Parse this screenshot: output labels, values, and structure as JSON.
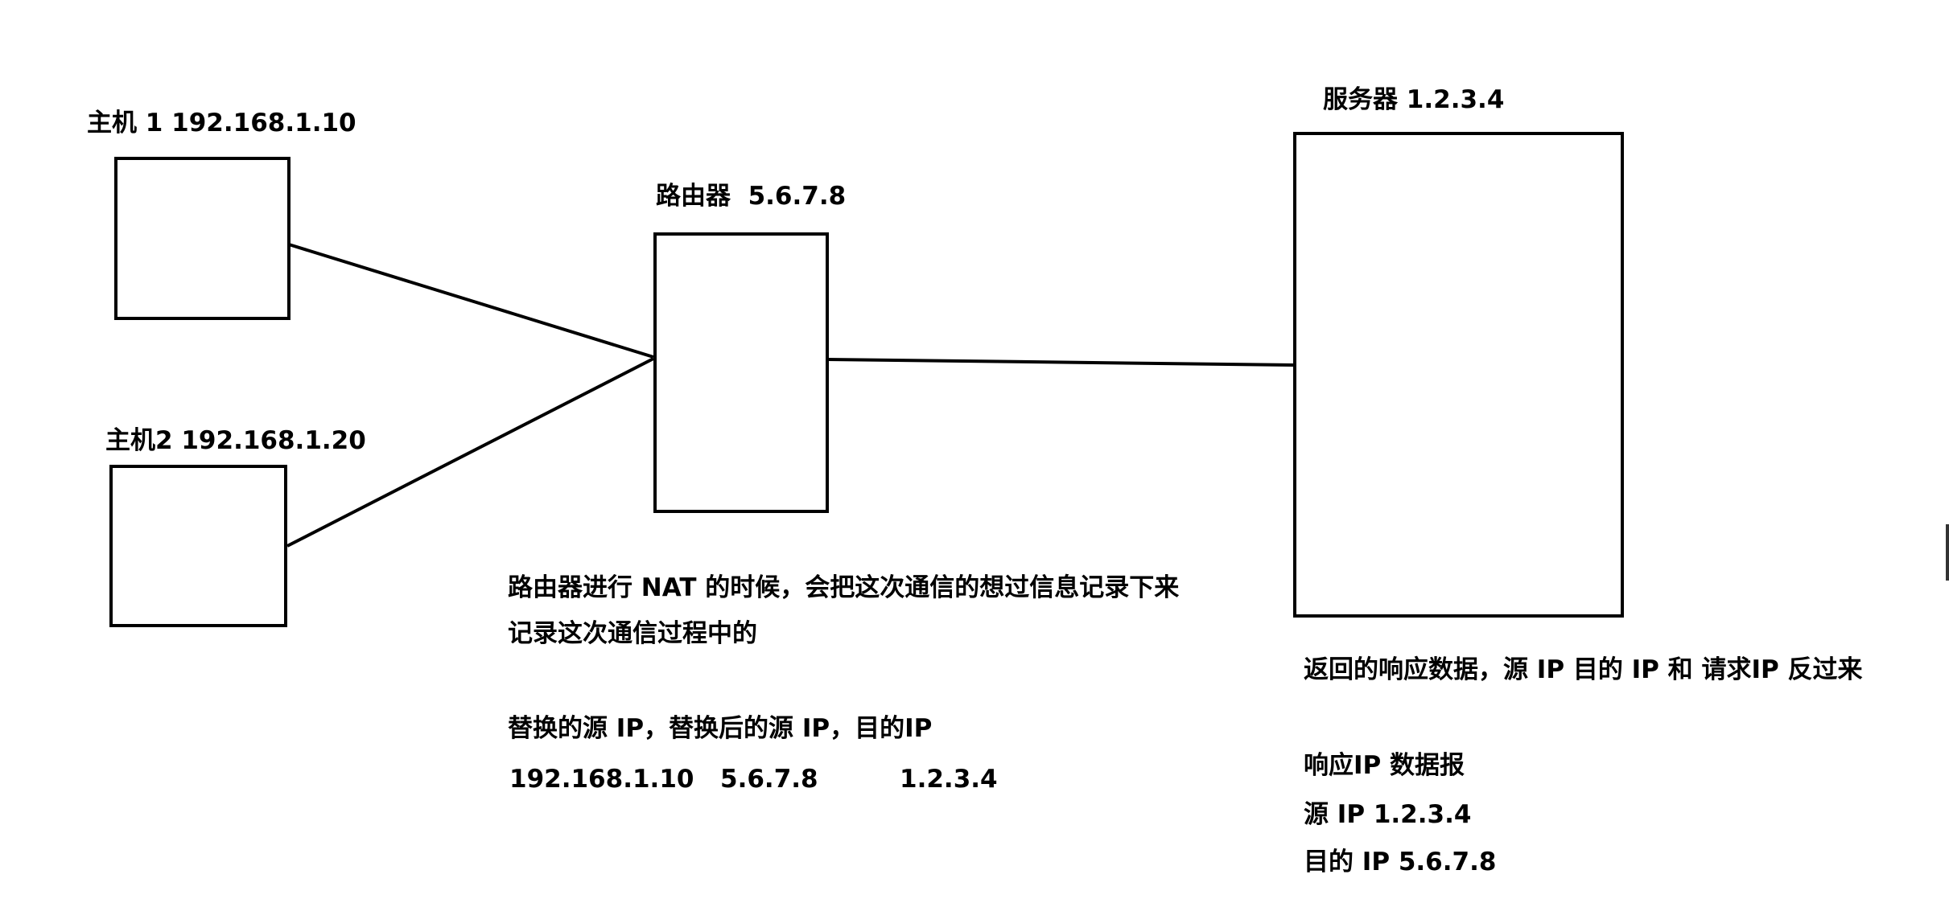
{
  "nodes": {
    "host1": {
      "label": "主机 1 192.168.1.10"
    },
    "host2": {
      "label": "主机2 192.168.1.20"
    },
    "router": {
      "label": "路由器  5.6.7.8"
    },
    "server": {
      "label": "服务器 1.2.3.4"
    }
  },
  "notes": {
    "router_note": {
      "line1": "路由器进行 NAT 的时候，会把这次通信的想过信息记录下来",
      "line2": "记录这次通信过程中的",
      "table_header": "替换的源 IP，替换后的源 IP，目的IP",
      "table_row": [
        "192.168.1.10",
        "5.6.7.8",
        "1.2.3.4"
      ]
    },
    "server_note": {
      "line1": "返回的响应数据，源 IP 目的 IP 和 请求IP 反过来",
      "packet_title": "响应IP 数据报",
      "source": "源 IP 1.2.3.4",
      "destination": "目的 IP 5.6.7.8"
    }
  },
  "colors": {
    "stroke": "#000000",
    "background": "#ffffff"
  }
}
